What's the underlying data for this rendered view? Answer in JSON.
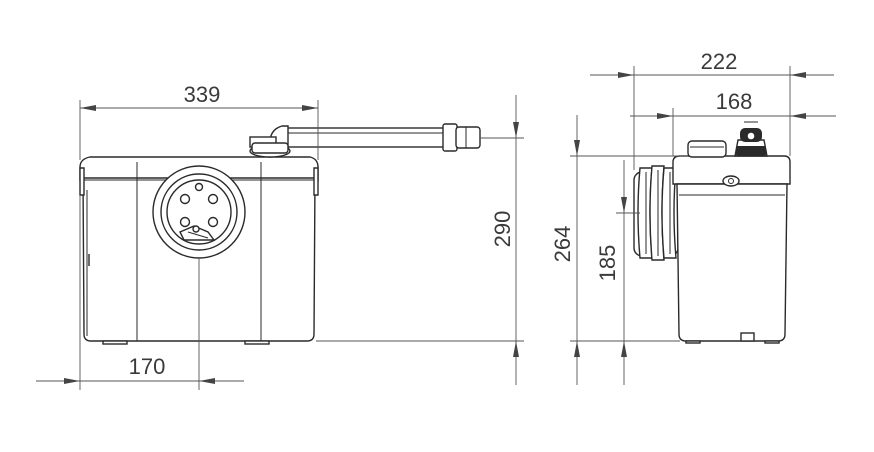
{
  "dimensions": {
    "front_width": "339",
    "front_height": "290",
    "front_offset": "170",
    "side_width": "222",
    "side_body_width": "168",
    "side_height": "264",
    "side_inlet_height": "185"
  }
}
